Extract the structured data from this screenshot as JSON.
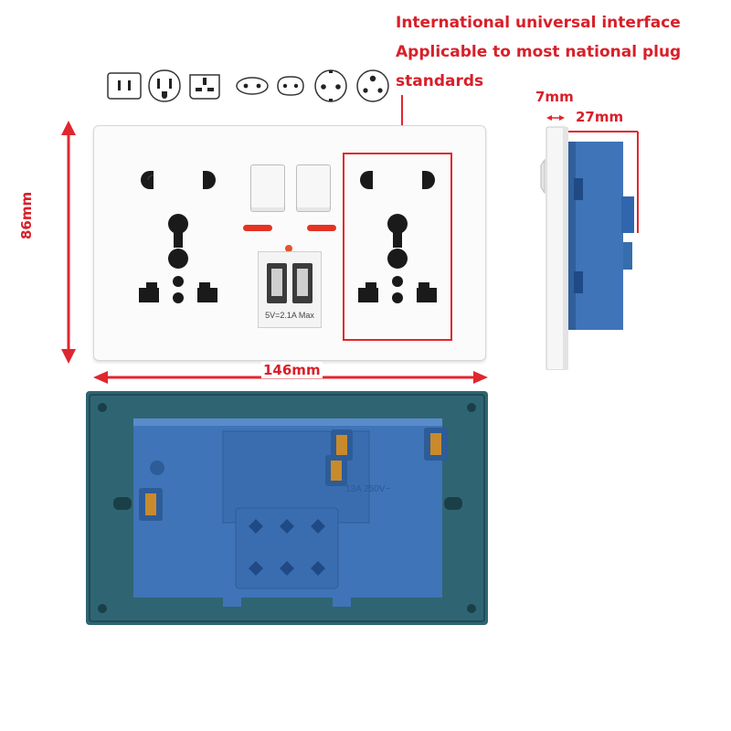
{
  "callout": {
    "line1": "International universal interface",
    "line2": "Applicable to most national plug",
    "line3": "standards"
  },
  "dimensions": {
    "height": "86mm",
    "width": "146mm",
    "plate_depth": "7mm",
    "body_depth": "27mm"
  },
  "usb": {
    "label": "5V=2.1A Max"
  },
  "back": {
    "rating": "13A 250V~"
  },
  "plug_icons": [
    "us-plug-icon",
    "us-grounded-plug-icon",
    "uk-plug-icon",
    "eu-flat-plug-icon",
    "euro-plug-icon",
    "schuko-plug-icon",
    "indian-plug-icon"
  ],
  "colors": {
    "accent_red": "#d8202a",
    "housing_blue": "#3f74b8",
    "back_plate": "#2f6572",
    "indicator": "#e53323"
  }
}
